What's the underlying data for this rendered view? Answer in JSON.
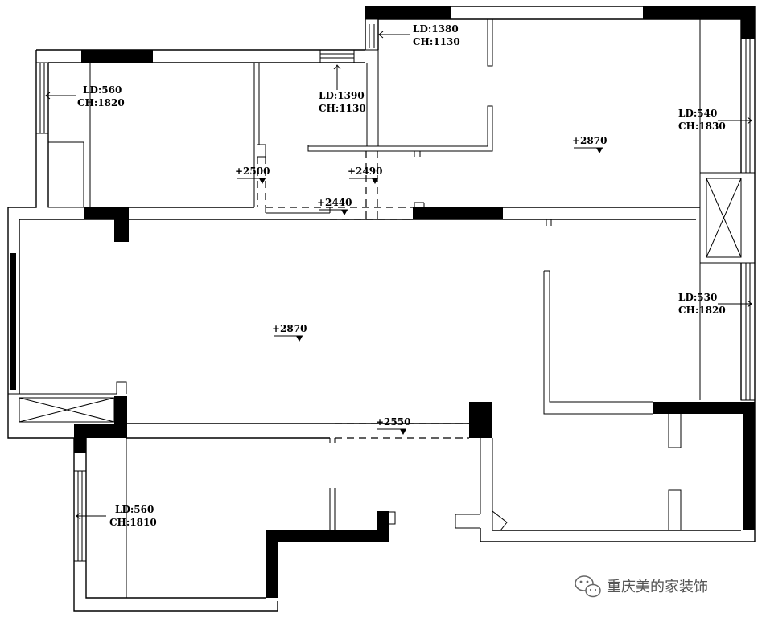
{
  "windows": [
    {
      "id": "w1",
      "ld": "LD:560",
      "ch": "CH:1820"
    },
    {
      "id": "w2",
      "ld": "LD:1390",
      "ch": "CH:1130"
    },
    {
      "id": "w3",
      "ld": "LD:1380",
      "ch": "CH:1130"
    },
    {
      "id": "w4",
      "ld": "LD:540",
      "ch": "CH:1830"
    },
    {
      "id": "w5",
      "ld": "LD:530",
      "ch": "CH:1820"
    },
    {
      "id": "w6",
      "ld": "LD:560",
      "ch": "CH:1810"
    }
  ],
  "elevations": [
    "+2500",
    "+2490",
    "+2440",
    "+2870",
    "+2870",
    "+2550"
  ],
  "watermark": {
    "text": "重庆美的家装饰",
    "icon": "wechat-icon"
  }
}
